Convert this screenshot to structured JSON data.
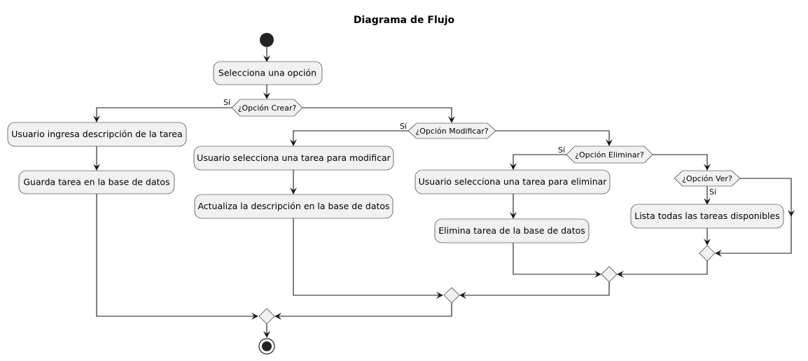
{
  "title": "Diagrama de Flujo",
  "steps": {
    "select_option": "Selecciona una opción",
    "create_enter": "Usuario ingresa descripción de la tarea",
    "create_save": "Guarda tarea en la base de datos",
    "modify_select": "Usuario selecciona una tarea para modificar",
    "modify_update": "Actualiza la descripción en la base de datos",
    "delete_select": "Usuario selecciona una tarea para eliminar",
    "delete_remove": "Elimina tarea de la base de datos",
    "view_list": "Lista todas las tareas disponibles"
  },
  "decisions": {
    "create": "¿Opción Crear?",
    "modify": "¿Opción Modificar?",
    "delete": "¿Opción Eliminar?",
    "view": "¿Opción Ver?"
  },
  "branch_labels": {
    "create_yes": "Sí",
    "modify_yes": "Sí",
    "delete_yes": "Sí",
    "view_yes": "Sí"
  },
  "colors": {
    "node_fill": "#f1f1f1",
    "stroke": "#181818"
  }
}
